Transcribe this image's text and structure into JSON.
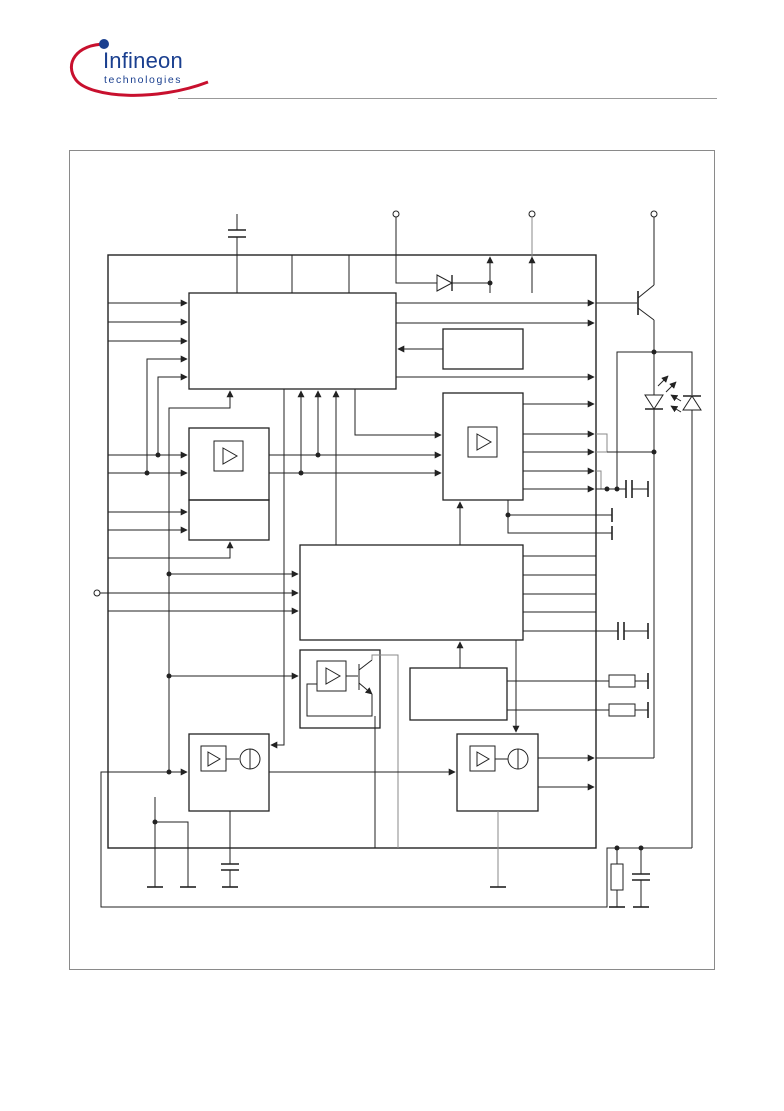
{
  "header": {
    "logo": {
      "brand": "Infineon",
      "tagline": "technologies",
      "color": "#1a3f8f",
      "swoosh_color": "#c8102e"
    }
  },
  "diagram": {
    "line_color": "#222222",
    "thin_line_color": "#888888",
    "blocks": [
      "main-control-block",
      "aux-block-right",
      "amplifier-block-left",
      "sub-block-left",
      "amplifier-block-right",
      "central-block",
      "phototransistor-amp-block",
      "block-lower-right",
      "current-source-block-left",
      "current-source-block-right"
    ],
    "components": [
      "capacitor-top",
      "diode-top",
      "pnp-transistor",
      "led-emitter",
      "photodiode",
      "capacitor-right-1",
      "capacitor-right-2",
      "resistor-right-1",
      "resistor-right-2",
      "capacitor-bottom",
      "resistor-bottom-right",
      "capacitor-bottom-right"
    ]
  }
}
